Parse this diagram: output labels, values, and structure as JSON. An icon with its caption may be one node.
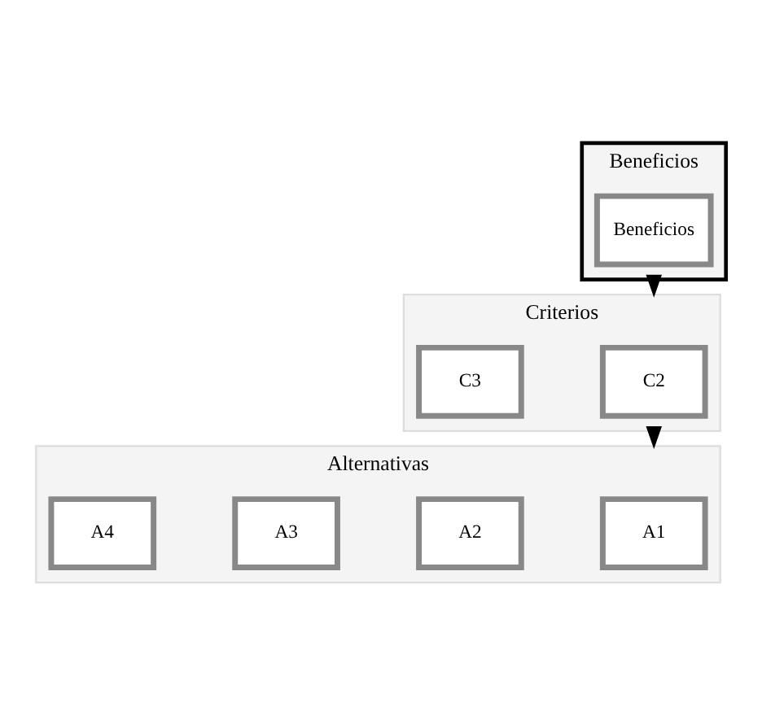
{
  "diagram": {
    "nodes": [
      {
        "text": [
          "Beneficios"
        ]
      },
      {
        "text": [
          "Beneficios"
        ],
        "in": 0
      },
      {
        "text": [
          "Criterios"
        ]
      },
      {
        "text": [
          "C2"
        ],
        "in": 2
      },
      {
        "text": [
          "C3"
        ],
        "in": 2
      },
      {
        "text": [
          "Alternativas"
        ]
      },
      {
        "text": [
          "A1"
        ],
        "in": 5
      },
      {
        "text": [
          "A2"
        ],
        "in": 5
      },
      {
        "text": [
          "A3"
        ],
        "in": 5
      },
      {
        "text": [
          "A4"
        ],
        "in": 5
      }
    ],
    "edges": [
      {
        "from": 0,
        "to": 2,
        "arrow": "to"
      },
      {
        "from": 2,
        "to": 5,
        "arrow": "to"
      }
    ]
  }
}
